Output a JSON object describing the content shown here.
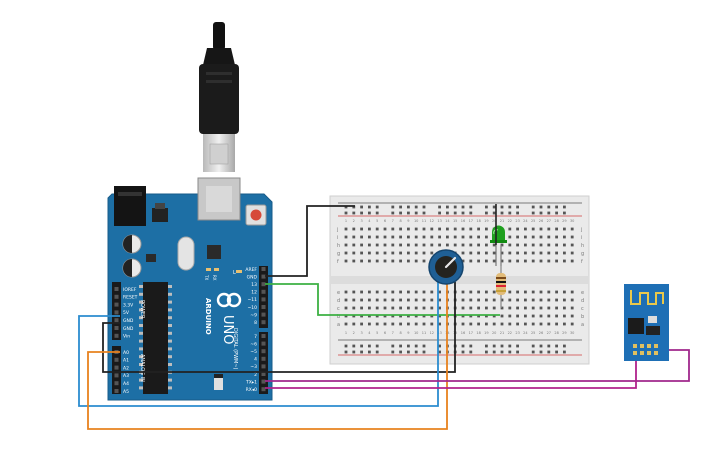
{
  "arduino": {
    "model": "ARDUINO",
    "model_name": "UNO",
    "power_label": "POWER",
    "analog_label": "ANALOG IN",
    "digital_label": "DIGITAL (PWM~)",
    "tx_led": "TX",
    "rx_led": "RX",
    "l_led": "L",
    "power_pins": [
      "IOREF",
      "RESET",
      "3.3V",
      "5V",
      "GND",
      "GND",
      "Vin"
    ],
    "analog_pins": [
      "A0",
      "A1",
      "A2",
      "A3",
      "A4",
      "A5"
    ],
    "digital_pins_top": [
      "AREF",
      "GND",
      "13",
      "12",
      "~11",
      "~10",
      "~9",
      "8"
    ],
    "digital_pins_bottom": [
      "7",
      "~6",
      "~5",
      "4",
      "~3",
      "2",
      "TX▸1",
      "RX◂0"
    ]
  },
  "breadboard": {
    "row_letters_top": [
      "j",
      "i",
      "h",
      "g",
      "f"
    ],
    "row_letters_bottom": [
      "e",
      "d",
      "c",
      "b",
      "a"
    ],
    "columns": [
      "1",
      "2",
      "3",
      "4",
      "5",
      "6",
      "7",
      "8",
      "9",
      "10",
      "11",
      "12",
      "13",
      "14",
      "15",
      "16",
      "17",
      "18",
      "19",
      "20",
      "21",
      "22",
      "23",
      "24",
      "25",
      "26",
      "27",
      "28",
      "29",
      "30"
    ]
  },
  "colors": {
    "arduino_board": "#1d6fa5",
    "wire_black": "#222222",
    "wire_green": "#3cb043",
    "wire_blue": "#2b8ccf",
    "wire_orange": "#e8821e",
    "wire_purple": "#a0288c",
    "wire_magenta": "#b0238c",
    "led_green": "#1fa01f",
    "potentiometer": "#1f5f95",
    "esp_board": "#1e6fb5"
  },
  "icons": [
    "usb-cable-icon",
    "arduino-logo-icon"
  ]
}
